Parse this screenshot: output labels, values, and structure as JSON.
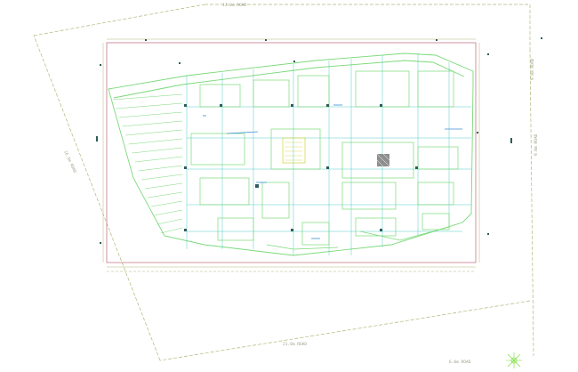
{
  "drawing": {
    "dimensions": {
      "top": "13.0m ROAD",
      "right": "9.0m ROAD",
      "left": "16.5m ROAD",
      "bottom": "21.0m ROAD",
      "bottom_right": "6.0m ROAD"
    },
    "north_label": "N"
  },
  "colors": {
    "background": "#ffffff",
    "site_boundary": "#b0b878",
    "plot_border": "#c8788a",
    "walls": "#7ad97a",
    "gridlines": "#2bbfbf",
    "accent": "#3c8ed8",
    "dark": "#2f5d5a",
    "north_arrow": "#77dd33"
  }
}
